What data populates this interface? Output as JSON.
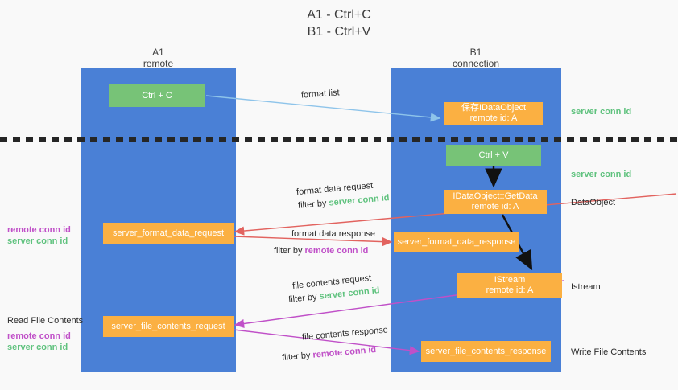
{
  "title": {
    "line1": "A1 - Ctrl+C",
    "line2": "B1 - Ctrl+V"
  },
  "lanes": [
    {
      "name": "A1",
      "sub": "remote"
    },
    {
      "name": "B1",
      "sub": "connection"
    }
  ],
  "nodes": {
    "ctrl_c": {
      "label": "Ctrl + C",
      "color": "#77c377"
    },
    "save_dataobject": {
      "line1": "保存IDataObject",
      "line2": "remote id: A",
      "color": "#fbb042"
    },
    "ctrl_v": {
      "label": "Ctrl + V",
      "color": "#77c377"
    },
    "getdata": {
      "line1": "IDataObject::GetData",
      "line2": "remote id: A",
      "color": "#fbb042"
    },
    "format_data_request": {
      "label": "server_format_data_request",
      "color": "#fbb042"
    },
    "format_data_response": {
      "label": "server_format_data_response",
      "color": "#fbb042"
    },
    "istream": {
      "line1": "IStream",
      "line2": "remote id: A",
      "color": "#fbb042"
    },
    "file_contents_request": {
      "label": "server_file_contents_request",
      "color": "#fbb042"
    },
    "file_contents_response": {
      "label": "server_file_contents_response",
      "color": "#fbb042"
    }
  },
  "edges": {
    "format_list": {
      "label": "format list"
    },
    "format_data_request": {
      "l1": "format data request",
      "l2_prefix": "filter by ",
      "l2_key": "server conn id"
    },
    "format_data_response": {
      "l1": "format data response",
      "l2_prefix": "filter by ",
      "l2_key": "remote conn id"
    },
    "file_contents_request": {
      "l1": "file contents request",
      "l2_prefix": "filter by ",
      "l2_key": "server conn id"
    },
    "file_contents_response": {
      "l1": "file contents response",
      "l2_prefix": "filter by ",
      "l2_key": "remote conn id"
    }
  },
  "annotations": {
    "right_server_conn_top": "server conn id",
    "right_server_conn_mid": "server conn id",
    "right_dataobject": "DataObject",
    "right_istream": "Istream",
    "right_write_file": "Write File Contents",
    "left_remote_conn_1": "remote conn id",
    "left_server_conn_1": "server conn id",
    "left_read_file": "Read File Contents",
    "left_remote_conn_2": "remote conn id",
    "left_server_conn_2": "server conn id"
  },
  "colors": {
    "lane": "#4a80d6",
    "green": "#77c377",
    "orange": "#fbb042",
    "green_text": "#5fc27e",
    "magenta_text": "#c050c8",
    "arrow_blue": "#8ec4ea",
    "arrow_red": "#e2635f",
    "arrow_magenta": "#c050c8",
    "arrow_black": "#111111",
    "background": "#f9f9f9"
  }
}
